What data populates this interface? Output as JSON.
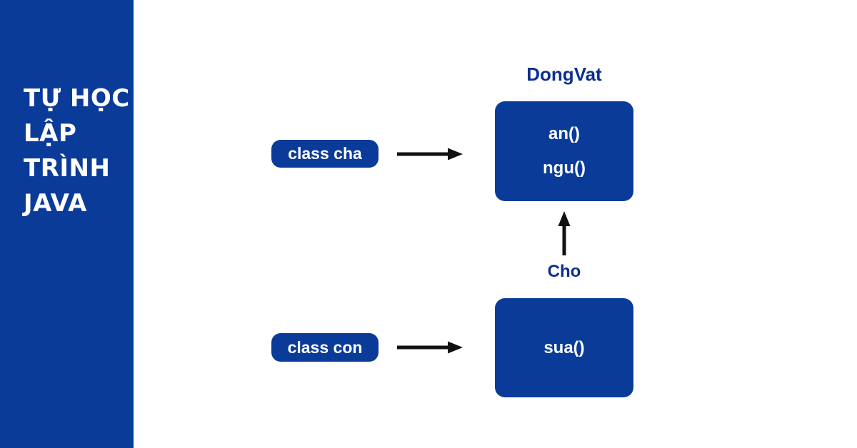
{
  "sidebar": {
    "title_lines": [
      "TỰ HỌC",
      "LẬP",
      "TRÌNH",
      "JAVA"
    ]
  },
  "diagram": {
    "parent": {
      "pill_label": "class cha",
      "class_name": "DongVat",
      "methods": [
        "an()",
        "ngu()"
      ]
    },
    "child": {
      "pill_label": "class con",
      "class_name": "Cho",
      "methods": [
        "sua()"
      ]
    }
  },
  "colors": {
    "primary_blue": "#0a3b99",
    "label_text_blue": "#0b2f8f",
    "arrow_black": "#111111",
    "box_text_white": "#ffffff",
    "background_white": "#ffffff"
  }
}
